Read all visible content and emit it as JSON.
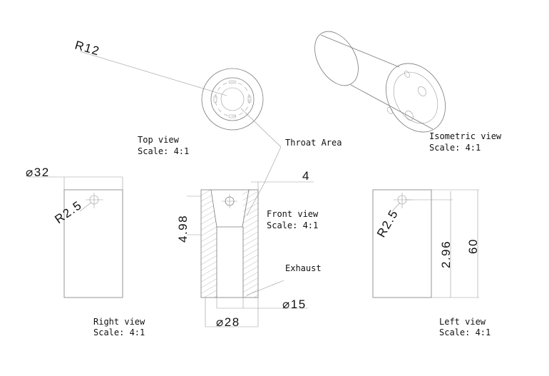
{
  "views": {
    "top": {
      "title": "Top view",
      "scale": "Scale:  4:1"
    },
    "iso": {
      "title": "Isometric view",
      "scale": "Scale:  4:1"
    },
    "front": {
      "title": "Front view",
      "scale": "Scale:  4:1"
    },
    "right": {
      "title": "Right view",
      "scale": "Scale:  4:1"
    },
    "left": {
      "title": "Left view",
      "scale": "Scale:  4:1"
    }
  },
  "callouts": {
    "throat": "Throat Area",
    "exhaust": "Exhaust"
  },
  "dimensions": {
    "r12": "R12",
    "d32": "32",
    "r25_right": "R2.5",
    "h498": "4.98",
    "w4": "4",
    "d15": "15",
    "d28": "28",
    "r25_left": "R2.5",
    "h296": "2.96",
    "h60": "60"
  },
  "symbols": {
    "diameter": "⌀"
  }
}
